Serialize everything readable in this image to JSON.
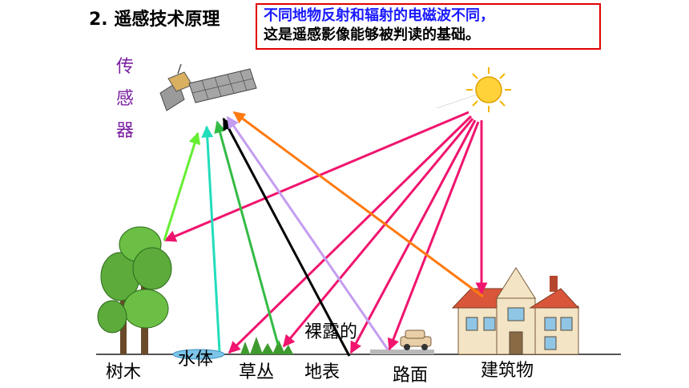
{
  "title": "2. 遥感技术原理",
  "note": {
    "line1": "不同地物反射和辐射的电磁波不同，",
    "line2": "这是遥感影像能够被判读的基础。"
  },
  "sensor_label": [
    "传",
    "感",
    "器"
  ],
  "ground_labels": {
    "tree": "树木",
    "water": "水体",
    "grass": "草丛",
    "bare_top": "裸露的",
    "bare_bottom": "地表",
    "road": "路面",
    "building": "建筑物"
  },
  "colors": {
    "incident": "#f0146e",
    "tree_reflect": "#66ee33",
    "water_reflect": "#22ddbb",
    "grass_reflect": "#33bb44",
    "bare_reflect": "#000000",
    "road_reflect": "#c49cf0",
    "building_reflect": "#ff7a10",
    "title_red": "#e00000",
    "note_blue": "#1a1aff",
    "sensor_purple": "#7a1fa2"
  },
  "icons": [
    "satellite-icon",
    "sun-icon",
    "tree-icon",
    "water-icon",
    "grass-icon",
    "car-icon",
    "house-icon"
  ]
}
